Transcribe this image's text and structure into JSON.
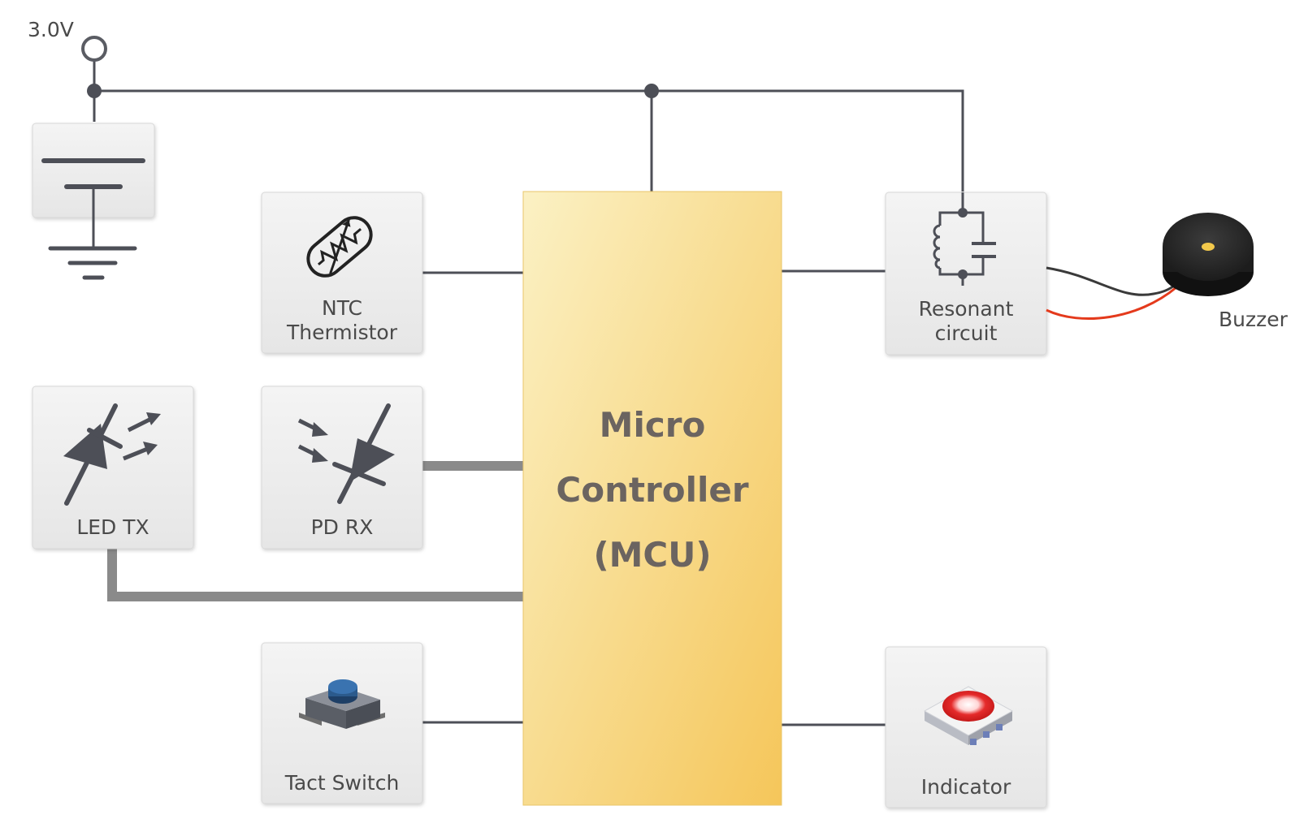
{
  "supply": {
    "voltage_label": "3.0V"
  },
  "mcu": {
    "line1": "Micro",
    "line2": "Controller",
    "line3": "(MCU)"
  },
  "blocks": {
    "ntc": {
      "line1": "NTC",
      "line2": "Thermistor"
    },
    "led_tx": {
      "label": "LED TX"
    },
    "pd_rx": {
      "label": "PD RX"
    },
    "tact_switch": {
      "label": "Tact Switch"
    },
    "resonant": {
      "line1": "Resonant",
      "line2": "circuit"
    },
    "indicator": {
      "label": "Indicator"
    }
  },
  "buzzer": {
    "label": "Buzzer"
  },
  "colors": {
    "wire": "#4d4f57",
    "bus": "#8a8a8a",
    "mcu_top": "#fbf0c0",
    "mcu_bottom": "#f5c65a",
    "block_bg": "#efefef",
    "buzzer_red_lead": "#e43a1c",
    "indicator_led": "#e52b2b",
    "switch_cap": "#2b5a8c"
  }
}
